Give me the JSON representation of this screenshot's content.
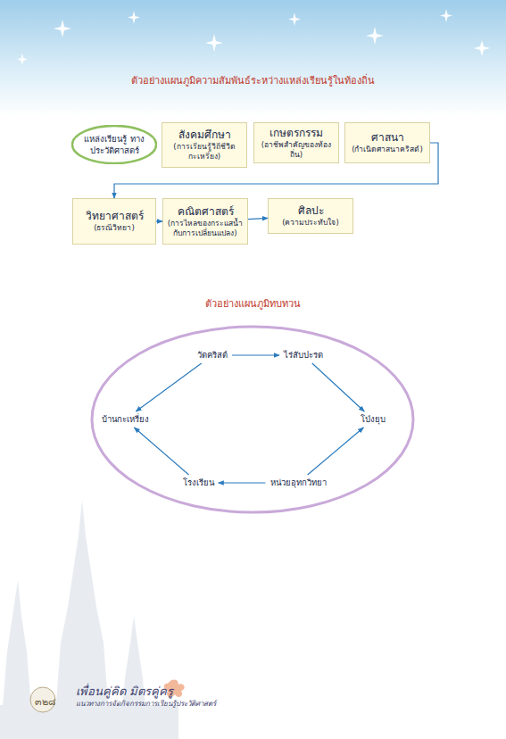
{
  "diagram": {
    "title": "ตัวอย่างแผนภูมิความสัมพันธ์ระหว่างแหล่งเรียนรู้ในท้องถิ่น",
    "nodes": [
      {
        "text": [
          "แหล่งเรียนรู้ ทางประวัติศาสตร์"
        ]
      },
      {
        "text": [
          "สังคมศึกษา",
          "(การเรียนรู้วิถีชีวิตกะเหรี่ยง)"
        ]
      },
      {
        "text": [
          "เกษตรกรรม",
          "(อาชีพสำคัญของท้องถิ่น)"
        ]
      },
      {
        "text": [
          "ศาสนา",
          "(กำเนิดศาสนาคริสต์)"
        ]
      },
      {
        "text": [
          "วิทยาศาสตร์",
          "(ธรณีวิทยา)"
        ]
      },
      {
        "text": [
          "คณิตศาสตร์",
          "(การไหลของกระแสน้ำกับการเปลี่ยนแปลง)"
        ]
      },
      {
        "text": [
          "ศิลปะ",
          "(ความประทับใจ)"
        ]
      },
      {
        "text": [
          "วัดคริสต์"
        ]
      },
      {
        "text": [
          "ไร่สับปะรด"
        ]
      },
      {
        "text": [
          "บ้านกะเหรี่ยง"
        ]
      },
      {
        "text": [
          "โป่งยุบ"
        ]
      },
      {
        "text": [
          "โรงเรียน"
        ]
      },
      {
        "text": [
          "หน่วยอุทกวิทยา"
        ]
      }
    ],
    "edges": [
      {
        "from": 3,
        "to": 4,
        "arrow": "to"
      },
      {
        "from": 4,
        "to": 5,
        "arrow": "to"
      },
      {
        "from": 5,
        "to": 6,
        "arrow": "to"
      },
      {
        "from": 7,
        "to": 8,
        "arrow": "to"
      },
      {
        "from": 8,
        "to": 10,
        "arrow": "to"
      },
      {
        "from": 12,
        "to": 10,
        "arrow": "to"
      },
      {
        "from": 12,
        "to": 11,
        "arrow": "to"
      },
      {
        "from": 11,
        "to": 9,
        "arrow": "to"
      },
      {
        "from": 7,
        "to": 9,
        "arrow": "to"
      }
    ],
    "labels": [
      "ตัวอย่างแผนภูมิทบทวน",
      "๓๒๘",
      "เพื่อนคู่คิด มิตรคู่ครู",
      "แนวทางการจัดกิจกรรมการเรียนรู้ประวัติศาสตร์"
    ]
  }
}
